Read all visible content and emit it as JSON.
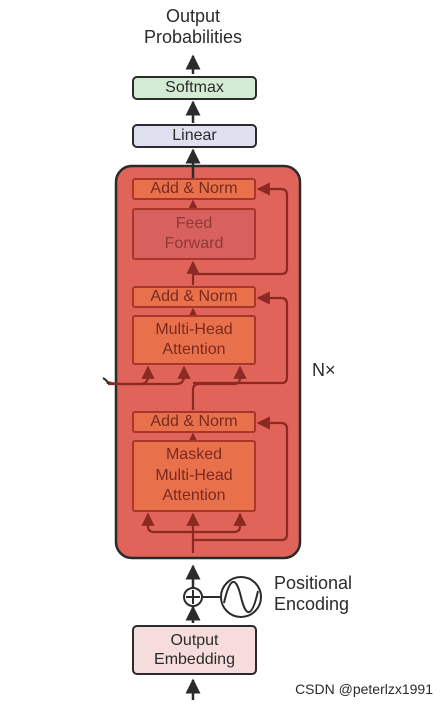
{
  "diagram": {
    "output_probabilities": "Output\nProbabilities",
    "softmax": "Softmax",
    "linear": "Linear",
    "decoder_block": {
      "add_norm_top": "Add & Norm",
      "feed_forward": "Feed\nForward",
      "add_norm_mid": "Add & Norm",
      "multi_head_attention": "Multi-Head\nAttention",
      "add_norm_bottom": "Add & Norm",
      "masked_multi_head_attention": "Masked\nMulti-Head\nAttention",
      "repeat_label": "N×"
    },
    "positional_encoding": "Positional\nEncoding",
    "output_embedding": "Output\nEmbedding"
  },
  "watermark": "CSDN @peterlzx1991",
  "colors": {
    "stack_fill": "#e0645a",
    "sublayer_fill": "#e8704a",
    "sublayer_border": "#a8362a",
    "softmax_fill": "#d5ecd4",
    "linear_fill": "#dfe1f1",
    "embedding_fill": "#f7dcdc",
    "stroke": "#2b2b2b",
    "arrow_red": "#8b2a22"
  }
}
